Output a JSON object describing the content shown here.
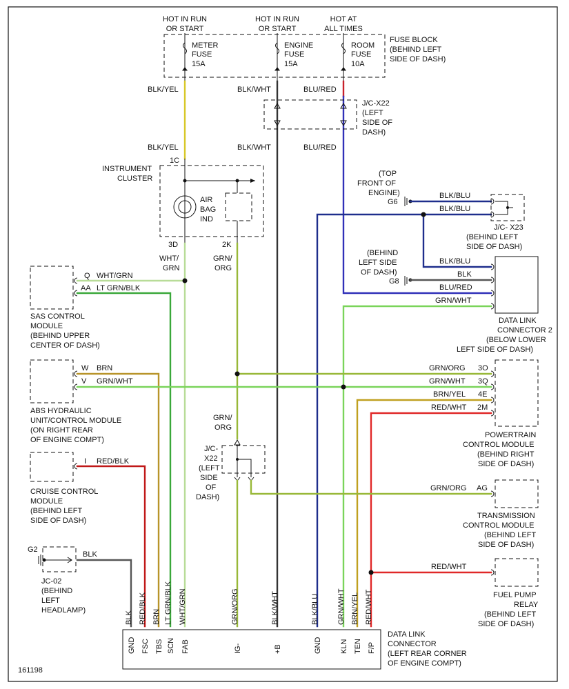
{
  "colors": {
    "blk_yel": "#d8c828",
    "blk_wht": "#333333",
    "blu_red": "#3030b8",
    "red_accent": "#c8202a",
    "blk_blu": "#1e2e8c",
    "grn_wht": "#7ad45a",
    "grn_org": "#98b838",
    "lt_grn_blk": "#3aa83a",
    "wht_grn": "#b8dc98",
    "brn": "#b8942a",
    "brn_yel": "#c0a020",
    "red_wht": "#e02828",
    "red_blk": "#c01818",
    "blk": "#555555"
  },
  "top": {
    "hot_run_1": "HOT IN RUN",
    "or_start_1": "OR START",
    "hot_run_2": "HOT IN RUN",
    "or_start_2": "OR START",
    "hot_at": "HOT AT",
    "all_times": "ALL TIMES"
  },
  "fuse_block": {
    "meter": [
      "METER",
      "FUSE",
      "15A"
    ],
    "engine": [
      "ENGINE",
      "FUSE",
      "15A"
    ],
    "room": [
      "ROOM",
      "FUSE",
      "10A"
    ],
    "label": [
      "FUSE BLOCK",
      "(BEHIND LEFT",
      "SIDE OF DASH)"
    ]
  },
  "wires": {
    "blk_yel": "BLK/YEL",
    "blk_wht": "BLK/WHT",
    "blu_red": "BLU/RED",
    "blk_blu": "BLK/BLU",
    "blk": "BLK",
    "grn_wht": "GRN/WHT",
    "grn_org": "GRN/ORG",
    "grn_org_a": "GRN/",
    "grn_org_b": "ORG",
    "wht_grn_a": "WHT/",
    "wht_grn_b": "GRN",
    "wht_grn": "WHT/GRN",
    "lt_grn_blk": "LT GRN/BLK",
    "brn": "BRN",
    "brn_yel": "BRN/YEL",
    "red_wht": "RED/WHT",
    "red_blk": "RED/BLK"
  },
  "jc_x22_top": [
    "J/C-X22",
    "(LEFT",
    "SIDE OF",
    "DASH)"
  ],
  "instrument_cluster": {
    "label": [
      "INSTRUMENT",
      "CLUSTER"
    ],
    "air_bag": [
      "AIR",
      "BAG",
      "IND"
    ],
    "pin_1c": "1C",
    "pin_3d": "3D",
    "pin_2k": "2K"
  },
  "ground_g6": {
    "label": [
      "(TOP",
      "FRONT OF",
      "ENGINE)"
    ],
    "id": "G6"
  },
  "jc_x23": [
    "J/C- X23",
    "(BEHIND LEFT",
    "SIDE OF DASH)"
  ],
  "ground_g8": {
    "label": [
      "(BEHIND",
      "LEFT SIDE",
      "OF DASH)"
    ],
    "id": "G8"
  },
  "dlc2": [
    "DATA LINK",
    "CONNECTOR 2",
    "(BELOW LOWER",
    "LEFT SIDE OF DASH)"
  ],
  "sas": {
    "pin_q": "Q",
    "pin_aa": "AA",
    "label": [
      "SAS CONTROL",
      "MODULE",
      "(BEHIND UPPER",
      "CENTER OF DASH)"
    ]
  },
  "abs": {
    "pin_w": "W",
    "pin_v": "V",
    "label": [
      "ABS HYDRAULIC",
      "UNIT/CONTROL MODULE",
      "(ON RIGHT REAR",
      "OF ENGINE COMPT)"
    ]
  },
  "pcm": {
    "pins": [
      "3O",
      "3Q",
      "4E",
      "2M"
    ],
    "label": [
      "POWERTRAIN",
      "CONTROL MODULE",
      "(BEHIND RIGHT",
      "SIDE OF DASH)"
    ]
  },
  "jc_x22_low": [
    "J/C-",
    "X22",
    "(LEFT",
    "SIDE",
    "OF",
    "DASH)"
  ],
  "cruise": {
    "pin_i": "I",
    "label": [
      "CRUISE CONTROL",
      "MODULE",
      "(BEHIND LEFT",
      "SIDE OF DASH)"
    ]
  },
  "tcm": {
    "pin_ag": "AG",
    "label": [
      "TRANSMISSION",
      "CONTROL MODULE",
      "(BEHIND LEFT",
      "SIDE OF DASH)"
    ]
  },
  "jc02": {
    "ground": "G2",
    "label": [
      "JC-02",
      "(BEHIND",
      "LEFT",
      "HEADLAMP)"
    ]
  },
  "fuel_pump": [
    "FUEL PUMP",
    "RELAY",
    "(BEHIND LEFT",
    "SIDE OF DASH)"
  ],
  "dlc": {
    "wire_labels": [
      "BLK",
      "RED/BLK",
      "BRN",
      "LT GRN/BLK",
      "WHT/GRN",
      "GRN/ORG",
      "BLK/WHT",
      "BLK/BLU",
      "GRN/WHT",
      "BRN/YEL",
      "RED/WHT"
    ],
    "pins": [
      "GND",
      "FSC",
      "TBS",
      "SCN",
      "FAB",
      "IG-",
      "+B",
      "GND",
      "KLN",
      "TEN",
      "F/P"
    ],
    "label": [
      "DATA LINK",
      "CONNECTOR",
      "(LEFT REAR CORNER",
      "OF ENGINE COMPT)"
    ]
  },
  "figure_id": "161198"
}
